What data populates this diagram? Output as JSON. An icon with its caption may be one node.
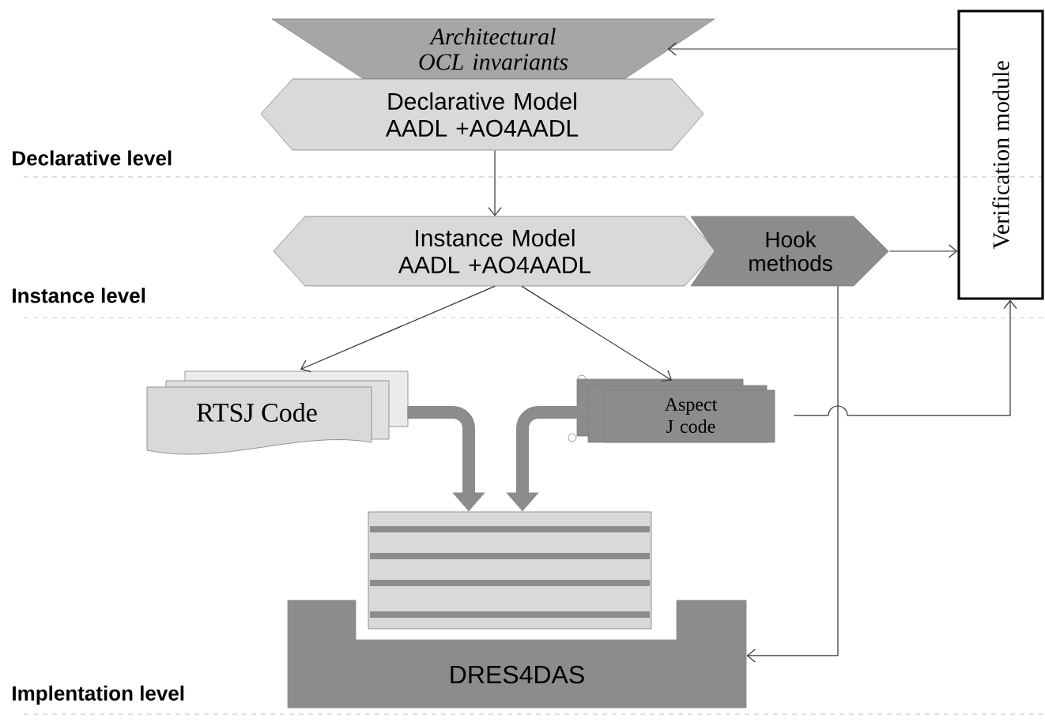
{
  "diagram": {
    "nodes": [
      {
        "text": [
          "Architectural OCL invariants"
        ]
      },
      {
        "text": [
          "Declarative Model AADL +AO4AADL"
        ]
      },
      {
        "text": [
          "Instance Model AADL +AO4AADL"
        ]
      },
      {
        "text": [
          "Hook methods"
        ]
      },
      {
        "text": [
          "Verification module"
        ]
      },
      {
        "text": [
          "RTSJ Code"
        ]
      },
      {
        "text": [
          "Aspect J code"
        ]
      },
      {
        "text": [],
        "shape": "box"
      },
      {
        "text": [
          "DRES4DAS"
        ]
      }
    ],
    "edges": [
      {
        "from": 4,
        "to": 0,
        "arrow": "to"
      },
      {
        "from": 1,
        "to": 2,
        "arrow": "to"
      },
      {
        "from": 3,
        "to": 4,
        "arrow": "to"
      },
      {
        "from": 2,
        "to": 5,
        "arrow": "to"
      },
      {
        "from": 2,
        "to": 6,
        "arrow": "to"
      },
      {
        "from": 6,
        "to": 4,
        "arrow": "to"
      },
      {
        "from": 3,
        "to": 8,
        "arrow": "to"
      },
      {
        "from": 5,
        "to": 7,
        "arrow": "to",
        "style": "thick",
        "color": "#8c8c8c"
      },
      {
        "from": 6,
        "to": 7,
        "arrow": "to",
        "style": "thick",
        "color": "#8c8c8c"
      }
    ],
    "labels": [
      "Declarative level",
      "Instance level",
      "Implentation level"
    ]
  }
}
